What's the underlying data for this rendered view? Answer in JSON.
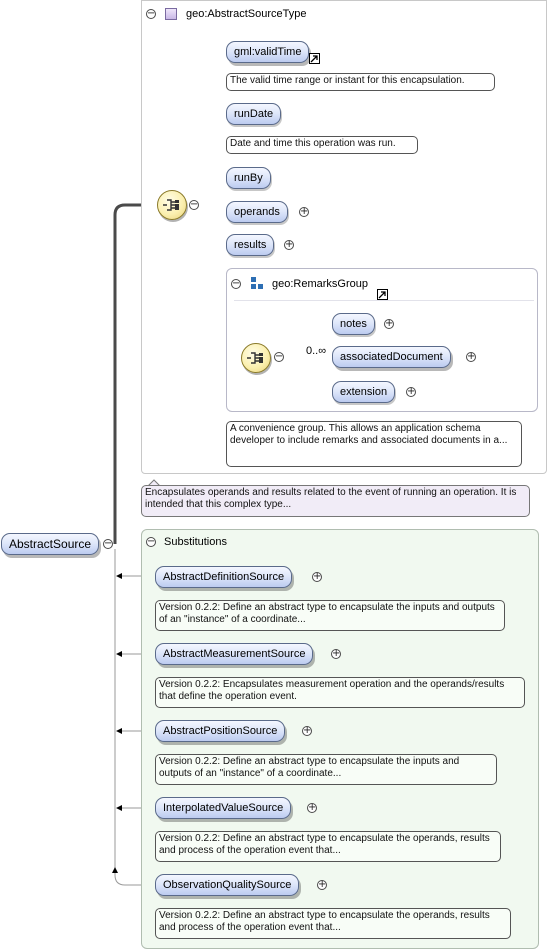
{
  "abstract_source_type": {
    "title": "geo:AbstractSourceType",
    "elements": [
      {
        "label": "gml:validTime",
        "doc": "The valid time range or instant for this encapsulation."
      },
      {
        "label": "runDate",
        "doc": "Date and time this operation was run."
      },
      {
        "label": "runBy"
      },
      {
        "label": "operands"
      },
      {
        "label": "results"
      }
    ],
    "remarks_group": {
      "title": "geo:RemarksGroup",
      "occurs": "0..∞",
      "elements": [
        {
          "label": "notes"
        },
        {
          "label": "associatedDocument"
        },
        {
          "label": "extension"
        }
      ],
      "doc": "A convenience group. This allows an application schema developer to include remarks and associated documents in a..."
    }
  },
  "type_doc": "Encapsulates operands and results related to the event of running an operation. It is intended that this complex type...",
  "root": {
    "label": "AbstractSource"
  },
  "substitutions": {
    "title": "Substitutions",
    "items": [
      {
        "label": "AbstractDefinitionSource",
        "doc": "Version 0.2.2: Define an abstract type to encapsulate the inputs and outputs of an \"instance\" of a coordinate..."
      },
      {
        "label": "AbstractMeasurementSource",
        "doc": "Version 0.2.2: Encapsulates measurement operation and the operands/results that define the operation event."
      },
      {
        "label": "AbstractPositionSource",
        "doc": "Version 0.2.2: Define an abstract type to encapsulate the inputs and outputs of an \"instance\" of a coordinate..."
      },
      {
        "label": "InterpolatedValueSource",
        "doc": "Version 0.2.2: Define an abstract type to encapsulate the operands, results and process of the operation event that..."
      },
      {
        "label": "ObservationQualitySource",
        "doc": "Version 0.2.2: Define an abstract type to encapsulate the operands, results and process of the operation event that..."
      }
    ]
  }
}
